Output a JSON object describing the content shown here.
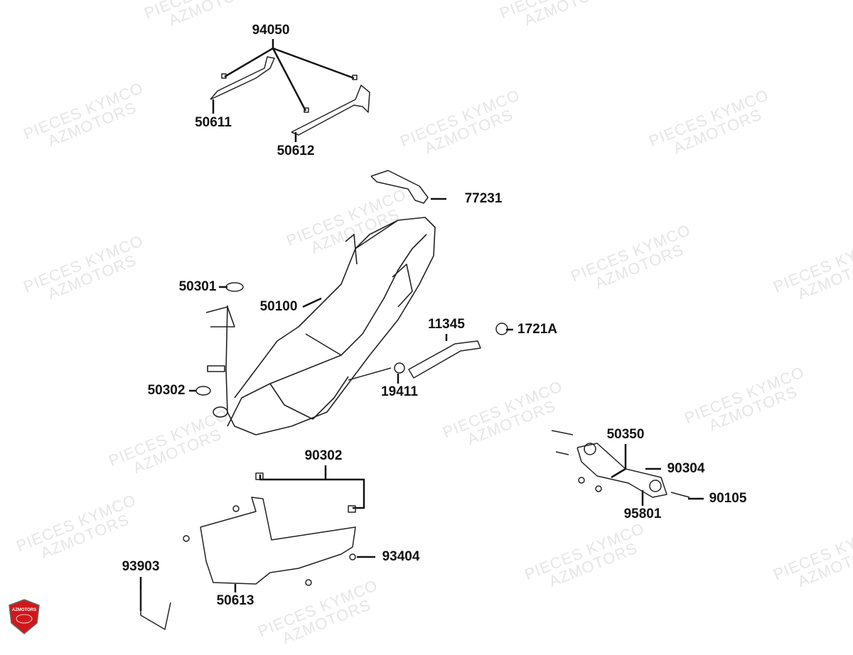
{
  "watermark": {
    "line1": "PIECES KYMCO",
    "line2": "AZMOTORS"
  },
  "logo": {
    "text": "AZMOTORS",
    "color": "#d0181c"
  },
  "parts": [
    {
      "ref": "94050"
    },
    {
      "ref": "50611"
    },
    {
      "ref": "50612"
    },
    {
      "ref": "77231"
    },
    {
      "ref": "50301"
    },
    {
      "ref": "50100"
    },
    {
      "ref": "11345"
    },
    {
      "ref": "1721A"
    },
    {
      "ref": "50302"
    },
    {
      "ref": "19411"
    },
    {
      "ref": "50350"
    },
    {
      "ref": "90304"
    },
    {
      "ref": "90105"
    },
    {
      "ref": "95801"
    },
    {
      "ref": "90302"
    },
    {
      "ref": "93404"
    },
    {
      "ref": "93903"
    },
    {
      "ref": "50613"
    }
  ]
}
